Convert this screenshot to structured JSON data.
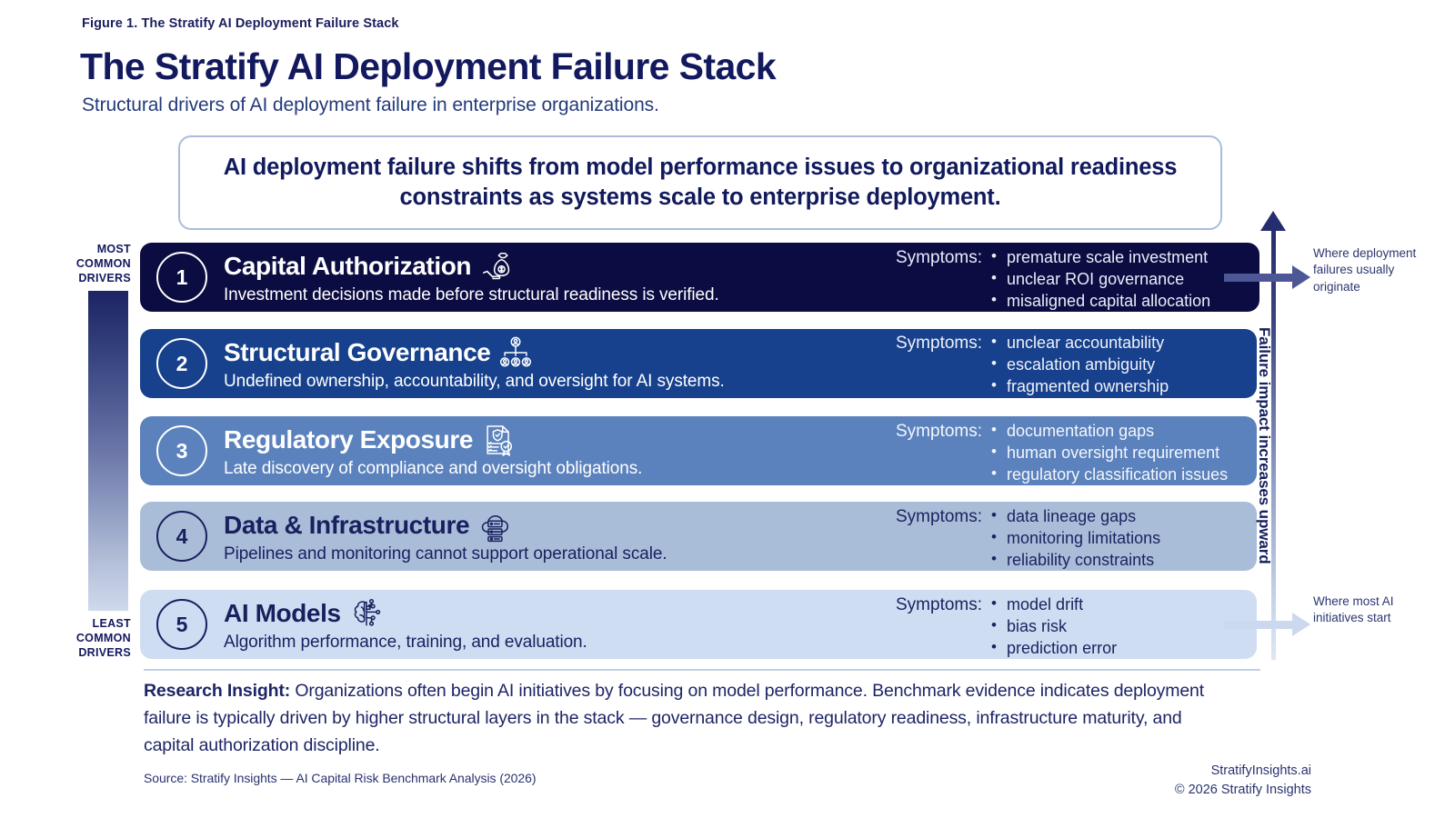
{
  "header": {
    "figure_caption": "Figure 1. The Stratify AI Deployment Failure Stack",
    "title": "The Stratify AI Deployment Failure Stack",
    "subtitle": "Structural drivers of AI deployment failure in enterprise organizations."
  },
  "callout": {
    "text": "AI deployment failure shifts from model performance issues to organizational readiness constraints as systems scale to enterprise deployment."
  },
  "scale": {
    "top_label": "MOST COMMON DRIVERS",
    "bottom_label": "LEAST COMMON DRIVERS"
  },
  "axis": {
    "caption": "Failure impact increases upward",
    "note_top": "Where deployment failures usually originate",
    "note_bottom": "Where most AI initiatives start"
  },
  "symptoms_label": "Symptoms:",
  "layers": [
    {
      "rank": "1",
      "title": "Capital Authorization",
      "description": "Investment decisions made before structural readiness is verified.",
      "icon": "money-bag-in-hand-icon",
      "color": "#0b0c42",
      "symptoms": [
        "premature scale investment",
        "unclear ROI governance",
        "misaligned capital allocation"
      ]
    },
    {
      "rank": "2",
      "title": "Structural Governance",
      "description": "Undefined ownership, accountability, and oversight for AI systems.",
      "icon": "org-chart-hierarchy-icon",
      "color": "#17418c",
      "symptoms": [
        "unclear accountability",
        "escalation ambiguity",
        "fragmented ownership"
      ]
    },
    {
      "rank": "3",
      "title": "Regulatory Exposure",
      "description": "Late discovery of compliance and oversight obligations.",
      "icon": "compliance-document-shield-icon",
      "color": "#5b82bd",
      "symptoms": [
        "documentation gaps",
        "human oversight requirement",
        "regulatory classification issues"
      ]
    },
    {
      "rank": "4",
      "title": "Data & Infrastructure",
      "description": "Pipelines and monitoring cannot support operational scale.",
      "icon": "cloud-server-icon",
      "color": "#a9bdd9",
      "symptoms": [
        "data lineage gaps",
        "monitoring limitations",
        "reliability constraints"
      ]
    },
    {
      "rank": "5",
      "title": "AI Models",
      "description": "Algorithm performance, training, and evaluation.",
      "icon": "brain-circuit-icon",
      "color": "#cfddf3",
      "symptoms": [
        "model drift",
        "bias risk",
        "prediction error"
      ]
    }
  ],
  "footer": {
    "insight_label": "Research Insight:",
    "insight_text": "Organizations often begin AI initiatives by focusing on model performance. Benchmark evidence indicates deployment failure is typically driven by higher structural layers in the stack — governance design, regulatory readiness, infrastructure maturity, and capital authorization discipline.",
    "source": "Source: Stratify Insights — AI Capital Risk Benchmark Analysis (2026)",
    "brand_site": "StratifyInsights.ai",
    "brand_copyright": "© 2026 Stratify Insights"
  }
}
